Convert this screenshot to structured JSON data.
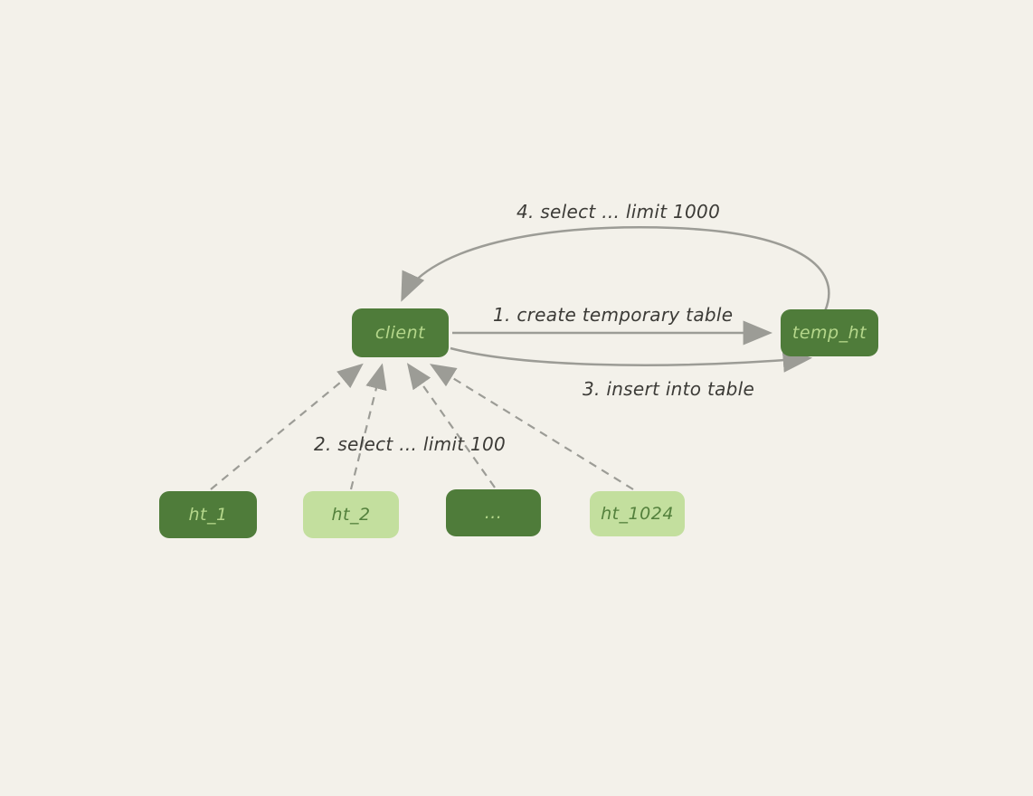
{
  "diagram": {
    "background_color": "#f3f1ea",
    "colors": {
      "node_dark_fill": "#4f7c3a",
      "node_light_fill": "#c3df9e",
      "text_on_dark": "#b5d78b",
      "text_on_light": "#53803c",
      "connector_gray": "#9c9c96",
      "label_text": "#3c3b37"
    },
    "nodes": {
      "client": {
        "label": "client",
        "variant": "dark"
      },
      "temp_ht": {
        "label": "temp_ht",
        "variant": "dark"
      },
      "ht_1": {
        "label": "ht_1",
        "variant": "dark"
      },
      "ht_2": {
        "label": "ht_2",
        "variant": "light"
      },
      "ht_dots": {
        "label": "...",
        "variant": "dark"
      },
      "ht_1024": {
        "label": "ht_1024",
        "variant": "light"
      }
    },
    "edges": {
      "step1": {
        "label": "1. create temporary table",
        "from": "client",
        "to": "temp_ht",
        "style": "solid-straight"
      },
      "step2": {
        "label": "2. select ... limit 100",
        "from": "ht_1, ht_2, ..., ht_1024",
        "to": "client",
        "style": "dashed"
      },
      "step3": {
        "label": "3. insert into table",
        "from": "client",
        "to": "temp_ht",
        "style": "solid-curved"
      },
      "step4": {
        "label": "4. select ... limit 1000",
        "from": "temp_ht",
        "to": "client",
        "style": "solid-arc"
      }
    }
  }
}
